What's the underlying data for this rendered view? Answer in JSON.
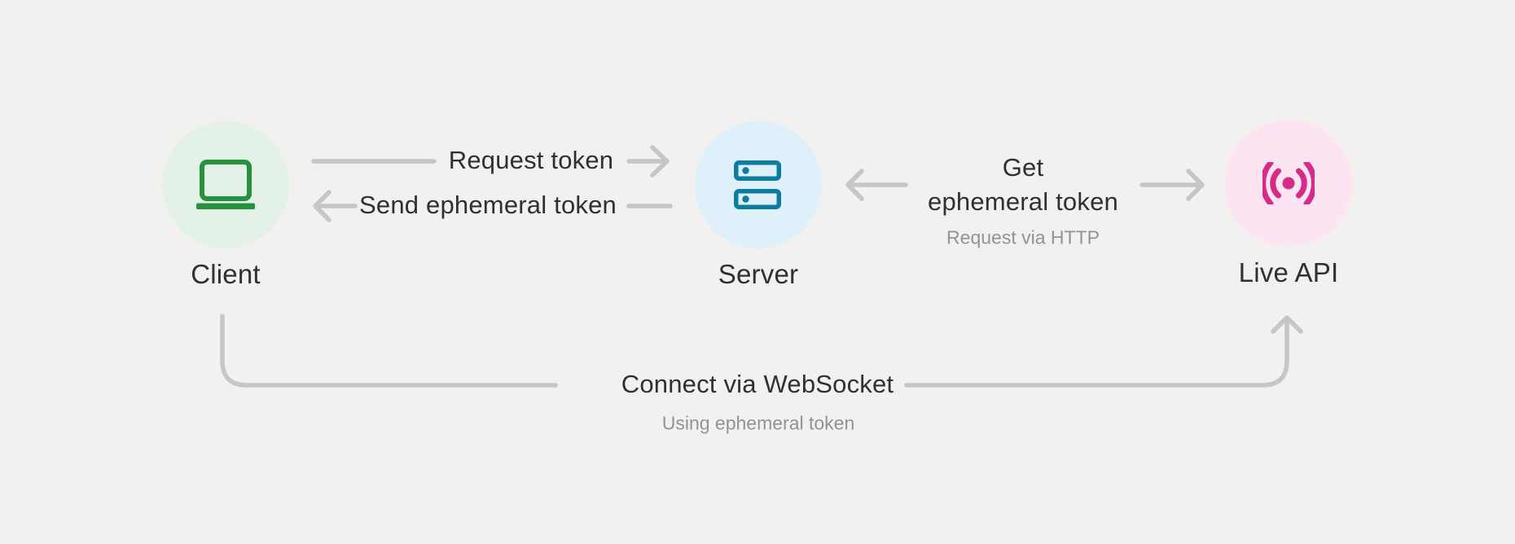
{
  "page": {
    "background": "#f2f1ef",
    "type": "architecture-flow-diagram"
  },
  "palette": {
    "arrow": "#c7c6c4",
    "label_text": "#2e3033",
    "sublabel_text": "#919396",
    "client_icon": "#27913f",
    "client_circle": "#e4f1e6",
    "server_icon": "#0e7ba0",
    "server_circle": "#def0fa",
    "live_api_icon": "#d62c88",
    "live_api_circle": "#fce4f2"
  },
  "nodes": {
    "client": {
      "label": "Client",
      "icon": "laptop-icon"
    },
    "server": {
      "label": "Server",
      "icon": "server-icon"
    },
    "live_api": {
      "label": "Live API",
      "icon": "live-broadcast-icon"
    }
  },
  "edges": {
    "request_token": {
      "label": "Request token",
      "direction": "client-to-server"
    },
    "send_ephemeral_token": {
      "label": "Send ephemeral token",
      "direction": "server-to-client"
    },
    "get_ephemeral_token": {
      "label_line1": "Get",
      "label_line2": "ephemeral token",
      "sublabel": "Request via HTTP",
      "direction": "server-and-live-api-bidirectional"
    },
    "connect_websocket": {
      "label": "Connect via WebSocket",
      "sublabel": "Using ephemeral token",
      "direction": "client-to-live-api"
    }
  }
}
